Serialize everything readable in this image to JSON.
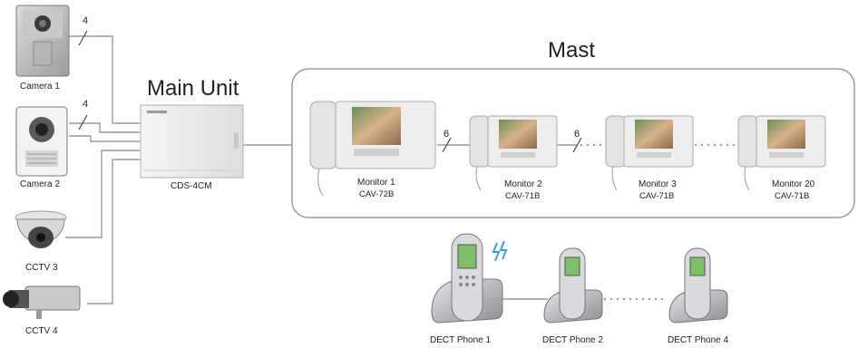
{
  "diagram": {
    "main_unit_title": "Main Unit",
    "main_unit_model": "CDS-4CM",
    "mast_title": "Mast",
    "cameras": [
      {
        "label": "Camera 1",
        "wires": "4"
      },
      {
        "label": "Camera 2",
        "wires": "4"
      }
    ],
    "cctv": [
      {
        "label": "CCTV 3"
      },
      {
        "label": "CCTV 4"
      }
    ],
    "monitors": [
      {
        "name": "Monitor 1",
        "model": "CAV-72B"
      },
      {
        "name": "Monitor 2",
        "model": "CAV-71B"
      },
      {
        "name": "Monitor 3",
        "model": "CAV-71B"
      },
      {
        "name": "Monitor 20",
        "model": "CAV-71B"
      }
    ],
    "monitor_link_wires": [
      "6",
      "6"
    ],
    "phones": [
      {
        "label": "DECT Phone 1"
      },
      {
        "label": "DECT Phone 2"
      },
      {
        "label": "DECT Phone 4"
      }
    ]
  },
  "colors": {
    "line": "#9a9a9a",
    "device_body": "#e8e8e8",
    "screen": "#c59a6e",
    "wireless": "#3aa0e0"
  }
}
